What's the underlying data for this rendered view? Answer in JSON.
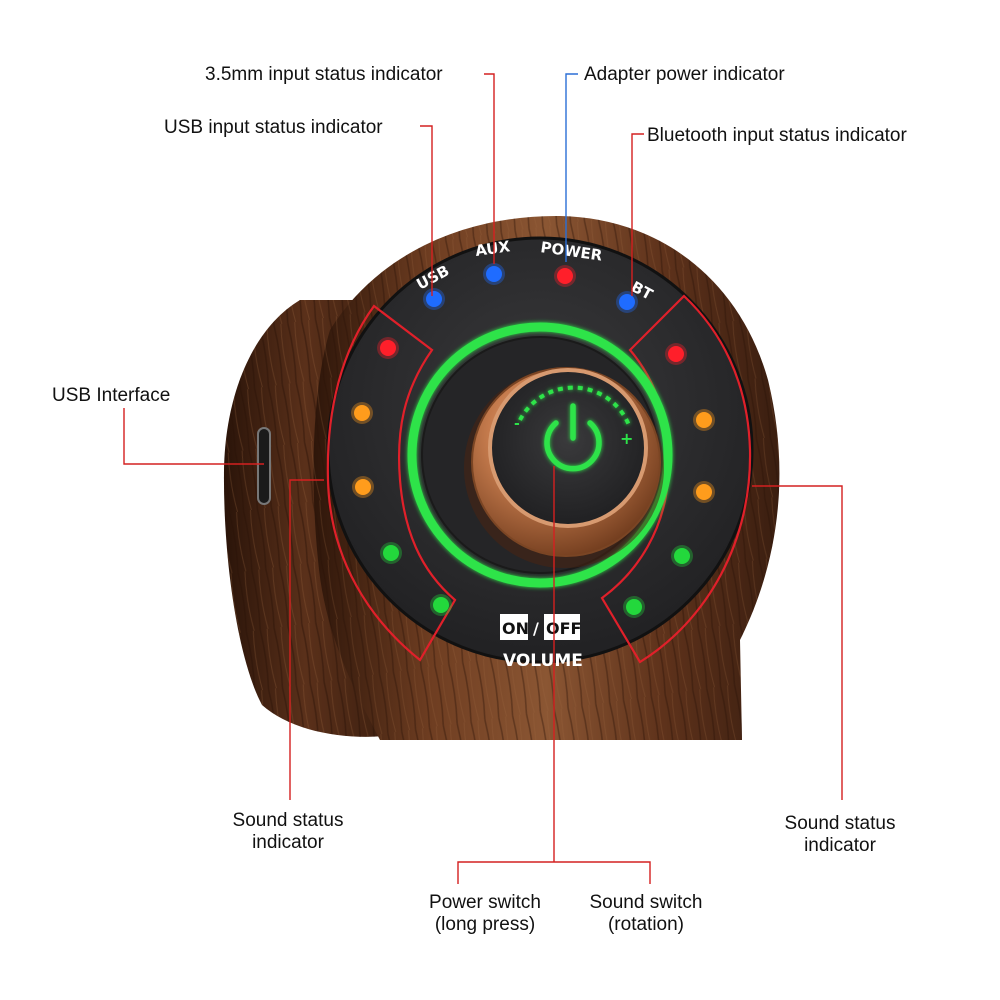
{
  "callouts": {
    "aux_input": "3.5mm input status indicator",
    "adapter_power": "Adapter power indicator",
    "usb_input": "USB input status indicator",
    "bluetooth_input": "Bluetooth input status indicator",
    "usb_interface": "USB Interface",
    "sound_status_left": [
      "Sound status",
      "indicator"
    ],
    "sound_status_right": [
      "Sound status",
      "indicator"
    ],
    "power_switch": [
      "Power switch",
      "(long press)"
    ],
    "sound_switch": [
      "Sound switch",
      "(rotation)"
    ]
  },
  "panel": {
    "usb": "USB",
    "aux": "AUX",
    "power": "POWER",
    "bt": "BT",
    "on": "ON",
    "slash": "/",
    "off": "OFF",
    "volume": "VOLUME",
    "knob_minus": "-",
    "knob_plus": "+"
  },
  "colors": {
    "wood_dark": "#3a1e10",
    "wood_mid": "#6a3a20",
    "wood_light": "#8a5430",
    "panel": "#2a2a2c",
    "segment_border": "#e0202a",
    "ring_green": "#2de34a",
    "knob_copper": "#c47a4c",
    "led_red": "#ff1f2a",
    "led_blue": "#1f6cff",
    "led_orange": "#ff9c1c",
    "led_green": "#23d83c",
    "leader_red": "#d42020",
    "leader_blue": "#2b6fd6"
  },
  "indicators": {
    "top": [
      {
        "name": "usb",
        "color": "blue"
      },
      {
        "name": "aux",
        "color": "blue"
      },
      {
        "name": "power",
        "color": "red"
      },
      {
        "name": "bt",
        "color": "blue"
      }
    ],
    "left_column": [
      "red",
      "orange",
      "orange",
      "green",
      "green"
    ],
    "right_column": [
      "red",
      "orange",
      "orange",
      "green",
      "green"
    ]
  },
  "icons": {
    "knob": "power-icon"
  }
}
